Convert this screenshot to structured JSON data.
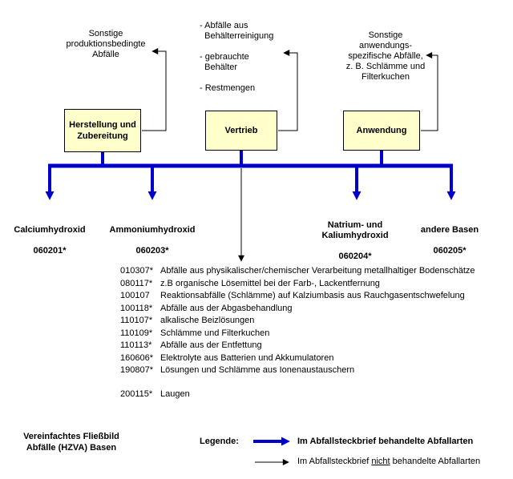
{
  "colors": {
    "flow_blue": "#0000CC",
    "line_black": "#000000",
    "box_fill": "#FFFFCC",
    "box_border": "#000000",
    "background": "#FFFFFF"
  },
  "annotations": {
    "left": "Sonstige\nproduktionsbedingte\nAbfälle",
    "middle": "- Abfälle aus\n  Behälterreinigung\n\n- gebrauchte\n  Behälter\n\n- Restmengen",
    "right": "Sonstige\nanwendungs-\nspezifische Abfälle,\nz. B. Schlämme und\nFilterkuchen"
  },
  "process_boxes": {
    "herstellung": "Herstellung und\nZubereitung",
    "vertrieb": "Vertrieb",
    "anwendung": "Anwendung"
  },
  "products": [
    {
      "name": "Calciumhydroxid",
      "code": "060201*"
    },
    {
      "name": "Ammoniumhydroxid",
      "code": "060203*"
    },
    {
      "name": "Natrium- und\nKaliumhydroxid",
      "code": "060204*"
    },
    {
      "name": "andere Basen",
      "code": "060205*"
    }
  ],
  "waste_list": {
    "items": [
      {
        "code": "010307*",
        "text": "Abfälle aus physikalischer/chemischer Verarbeitung metallhaltiger Bodenschätze"
      },
      {
        "code": "080117*",
        "text": "z.B organische Lösemittel bei der Farb-, Lackentfernung"
      },
      {
        "code": "100107",
        "text": "Reaktionsabfälle (Schlämme) auf Kalziumbasis aus Rauchgasentschwefelung"
      },
      {
        "code": "100118*",
        "text": "Abfälle aus der Abgasbehandlung"
      },
      {
        "code": "110107*",
        "text": "alkalische Beizlösungen"
      },
      {
        "code": "110109*",
        "text": "Schlämme und Filterkuchen"
      },
      {
        "code": "110113*",
        "text": "Abfälle aus der Entfettung"
      },
      {
        "code": "160606*",
        "text": "Elektrolyte aus Batterien und Akkumulatoren"
      },
      {
        "code": "190807*",
        "text": "Lösungen und Schlämme aus Ionenaustauschern"
      },
      {
        "code": "200115*",
        "text": "Laugen"
      }
    ]
  },
  "footer_title": "Vereinfachtes Fließbild\nAbfälle (HZVA) Basen",
  "legend": {
    "label": "Legende:",
    "blue_text": "Im Abfallsteckbrief behandelte Abfallarten",
    "black_prefix": "Im Abfallsteckbrief ",
    "black_underlined": "nicht",
    "black_suffix": " behandelte Abfallarten"
  }
}
